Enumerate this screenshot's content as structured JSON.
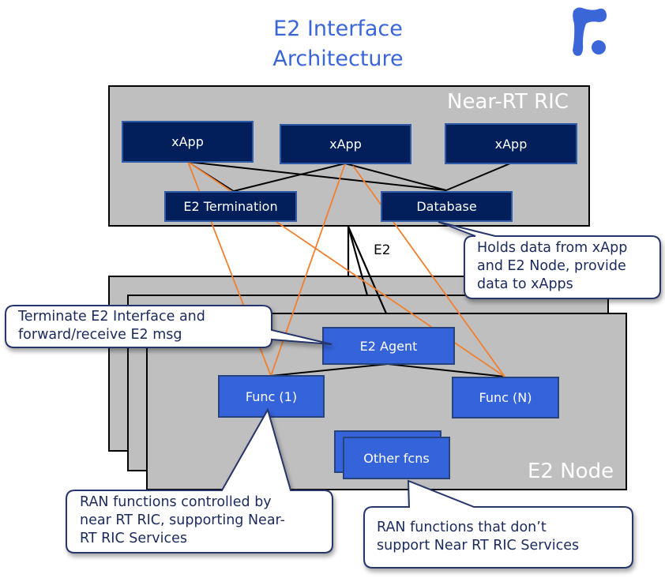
{
  "title": {
    "line1": "E2 Interface",
    "line2": "Architecture"
  },
  "logo": {
    "icon": "brand-logo-icon",
    "color": "#3a66d8"
  },
  "near_rt_ric": {
    "label": "Near-RT RIC",
    "xapps": [
      "xApp",
      "xApp",
      "xApp"
    ],
    "e2_termination": "E2 Termination",
    "database": "Database"
  },
  "interface_label": "E2",
  "e2_node": {
    "label": "E2 Node",
    "e2_agent": "E2 Agent",
    "func_1": "Func (1)",
    "func_n": "Func (N)",
    "other_fcns": "Other fcns"
  },
  "callouts": {
    "database": [
      "Holds data from xApp",
      "and E2 Node, provide",
      "data to xApps"
    ],
    "e2_agent": [
      "Terminate E2 Interface and",
      "forward/receive E2 msg"
    ],
    "func_1": [
      "RAN functions controlled by",
      "near RT RIC, supporting Near-",
      "RT RIC Services"
    ],
    "other_fcns": [
      "RAN functions that don’t",
      "support Near RT RIC Services"
    ]
  },
  "colors": {
    "title": "#3a66d8",
    "ric_box": "#021f5c",
    "node_box": "#3563d9",
    "frame_fill": "#bfbfbf",
    "orange_link": "#f08030",
    "callout_border": "#28356b"
  }
}
